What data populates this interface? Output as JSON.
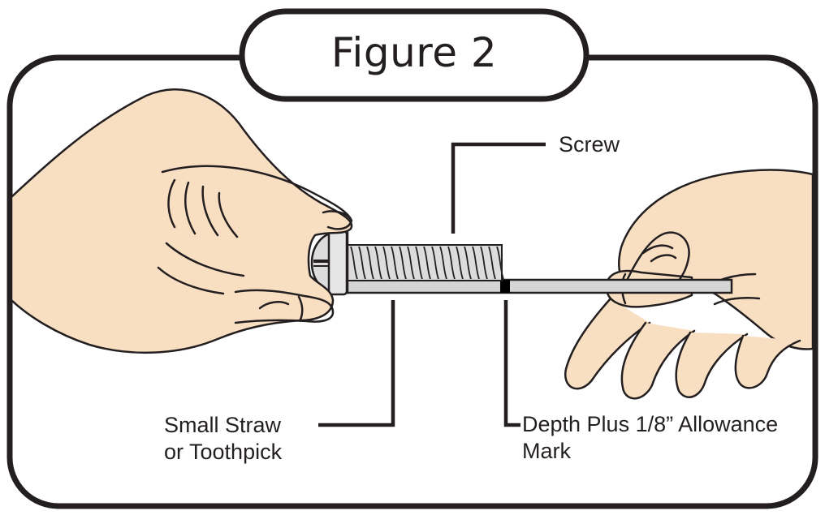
{
  "figure": {
    "title": "Figure 2"
  },
  "labels": {
    "screw": "Screw",
    "straw_line1": "Small Straw",
    "straw_line2": "or Toothpick",
    "mark_line1": "Depth Plus 1/8” Allowance",
    "mark_line2": "Mark"
  },
  "colors": {
    "outline": "#231f20",
    "skin": "#f9dfc2",
    "straw": "#d6d6d6",
    "screw": "#dcdcdc",
    "mark": "#000000",
    "background": "#ffffff"
  },
  "icons": {
    "left_hand": "hand-pinching-screw-icon",
    "right_hand": "hand-holding-straw-icon",
    "screw": "screw-icon",
    "straw": "straw-icon"
  }
}
